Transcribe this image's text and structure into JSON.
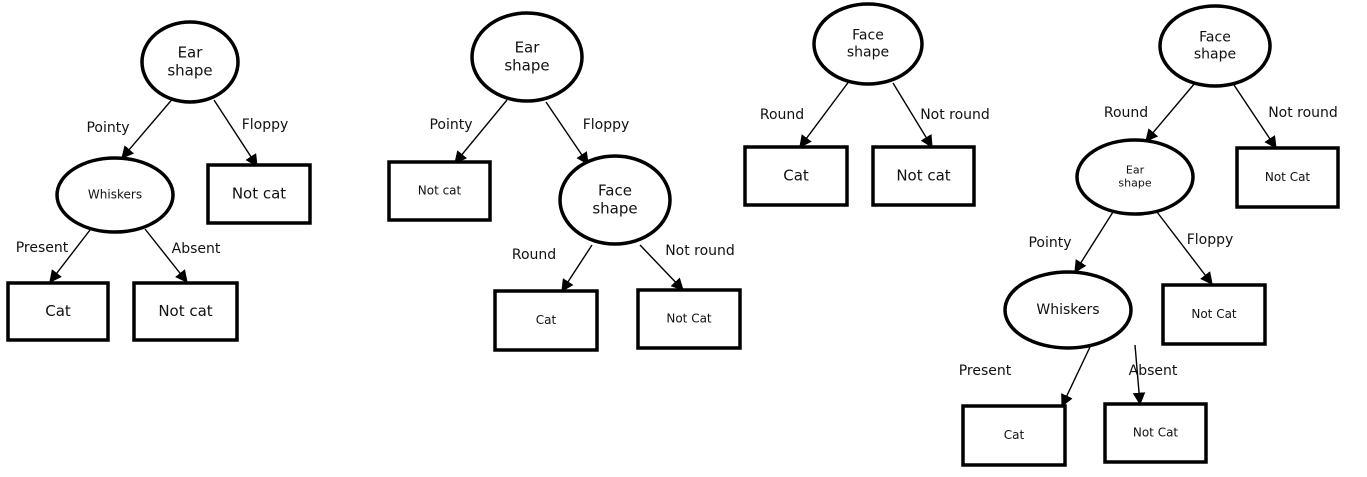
{
  "trees": [
    {
      "nodes": [
        {
          "id": "t1-root",
          "type": "decision",
          "lines": [
            "Ear",
            "shape"
          ]
        },
        {
          "id": "t1-whiskers",
          "type": "decision",
          "lines": [
            "Whiskers"
          ]
        },
        {
          "id": "t1-notcat1",
          "type": "leaf",
          "lines": [
            "Not cat"
          ]
        },
        {
          "id": "t1-cat",
          "type": "leaf",
          "lines": [
            "Cat"
          ]
        },
        {
          "id": "t1-notcat2",
          "type": "leaf",
          "lines": [
            "Not cat"
          ]
        }
      ],
      "edges": [
        {
          "from": "t1-root",
          "to": "t1-whiskers",
          "label": "Pointy"
        },
        {
          "from": "t1-root",
          "to": "t1-notcat1",
          "label": "Floppy"
        },
        {
          "from": "t1-whiskers",
          "to": "t1-cat",
          "label": "Present"
        },
        {
          "from": "t1-whiskers",
          "to": "t1-notcat2",
          "label": "Absent"
        }
      ]
    },
    {
      "nodes": [
        {
          "id": "t2-root",
          "type": "decision",
          "lines": [
            "Ear",
            "shape"
          ]
        },
        {
          "id": "t2-notcat",
          "type": "leaf",
          "lines": [
            "Not cat"
          ]
        },
        {
          "id": "t2-face",
          "type": "decision",
          "lines": [
            "Face",
            "shape"
          ]
        },
        {
          "id": "t2-cat",
          "type": "leaf",
          "lines": [
            "Cat"
          ]
        },
        {
          "id": "t2-notcat2",
          "type": "leaf",
          "lines": [
            "Not Cat"
          ]
        }
      ],
      "edges": [
        {
          "from": "t2-root",
          "to": "t2-notcat",
          "label": "Pointy"
        },
        {
          "from": "t2-root",
          "to": "t2-face",
          "label": "Floppy"
        },
        {
          "from": "t2-face",
          "to": "t2-cat",
          "label": "Round"
        },
        {
          "from": "t2-face",
          "to": "t2-notcat2",
          "label": "Not round"
        }
      ]
    },
    {
      "nodes": [
        {
          "id": "t3-root",
          "type": "decision",
          "lines": [
            "Face",
            "shape"
          ]
        },
        {
          "id": "t3-cat",
          "type": "leaf",
          "lines": [
            "Cat"
          ]
        },
        {
          "id": "t3-notcat",
          "type": "leaf",
          "lines": [
            "Not cat"
          ]
        }
      ],
      "edges": [
        {
          "from": "t3-root",
          "to": "t3-cat",
          "label": "Round"
        },
        {
          "from": "t3-root",
          "to": "t3-notcat",
          "label": "Not round"
        }
      ]
    },
    {
      "nodes": [
        {
          "id": "t4-root",
          "type": "decision",
          "lines": [
            "Face",
            "shape"
          ]
        },
        {
          "id": "t4-notcat1",
          "type": "leaf",
          "lines": [
            "Not Cat"
          ]
        },
        {
          "id": "t4-ear",
          "type": "decision",
          "lines": [
            "Ear",
            "shape"
          ]
        },
        {
          "id": "t4-notcat2",
          "type": "leaf",
          "lines": [
            "Not Cat"
          ]
        },
        {
          "id": "t4-whiskers",
          "type": "decision",
          "lines": [
            "Whiskers"
          ]
        },
        {
          "id": "t4-cat",
          "type": "leaf",
          "lines": [
            "Cat"
          ]
        },
        {
          "id": "t4-notcat3",
          "type": "leaf",
          "lines": [
            "Not Cat"
          ]
        }
      ],
      "edges": [
        {
          "from": "t4-root",
          "to": "t4-ear",
          "label": "Round"
        },
        {
          "from": "t4-root",
          "to": "t4-notcat1",
          "label": "Not round"
        },
        {
          "from": "t4-ear",
          "to": "t4-whiskers",
          "label": "Pointy"
        },
        {
          "from": "t4-ear",
          "to": "t4-notcat2",
          "label": "Floppy"
        },
        {
          "from": "t4-whiskers",
          "to": "t4-cat",
          "label": "Present"
        },
        {
          "from": "t4-whiskers",
          "to": "t4-notcat3",
          "label": "Absent"
        }
      ]
    }
  ],
  "colors": {
    "stroke": "#000000",
    "background": "#ffffff",
    "text": "#111111"
  }
}
